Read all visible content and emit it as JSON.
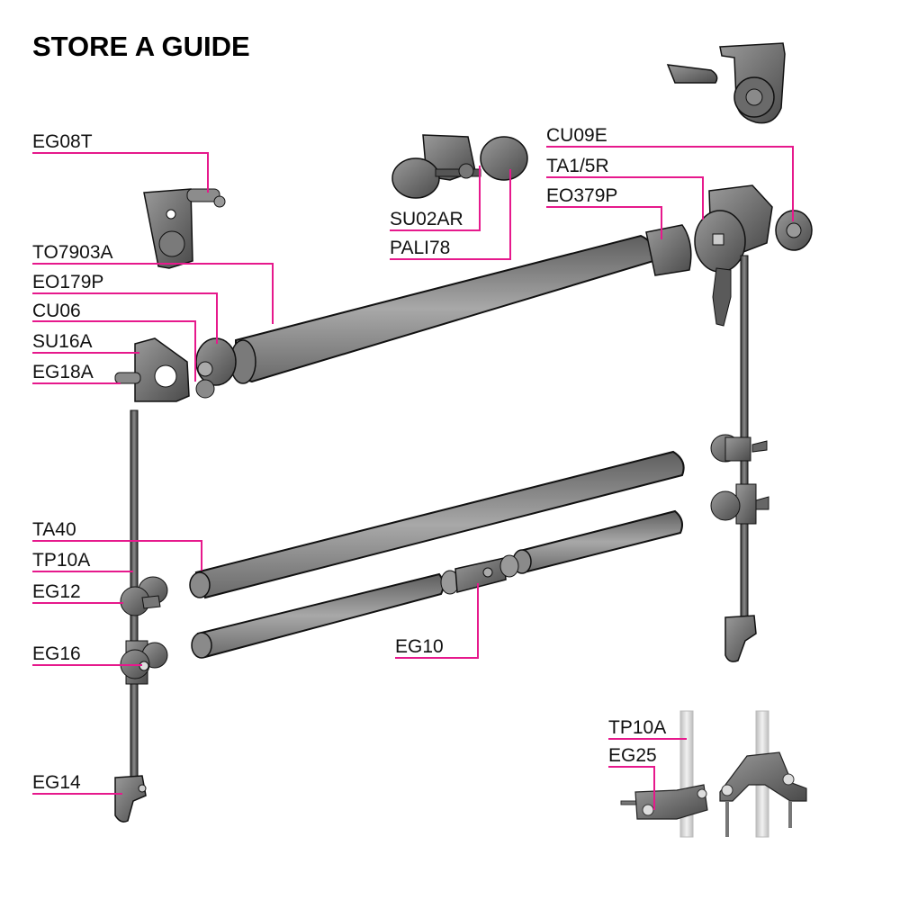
{
  "title": "STORE A GUIDE",
  "colors": {
    "leader": "#e6198c",
    "part_fill": "#8c8c8c",
    "part_stroke": "#111111"
  },
  "labels": {
    "eg08t": "EG08T",
    "to7903a": "TO7903A",
    "eo179p": "EO179P",
    "cu06": "CU06",
    "su16a": "SU16A",
    "eg18a": "EG18A",
    "su02ar": "SU02AR",
    "pali78": "PALI78",
    "cu09e": "CU09E",
    "ta1_5r": "TA1/5R",
    "eo379p": "EO379P",
    "ta40": "TA40",
    "tp10a": "TP10A",
    "eg12": "EG12",
    "eg16": "EG16",
    "eg10": "EG10",
    "eg14": "EG14",
    "tp10a_detail": "TP10A",
    "eg25": "EG25"
  }
}
